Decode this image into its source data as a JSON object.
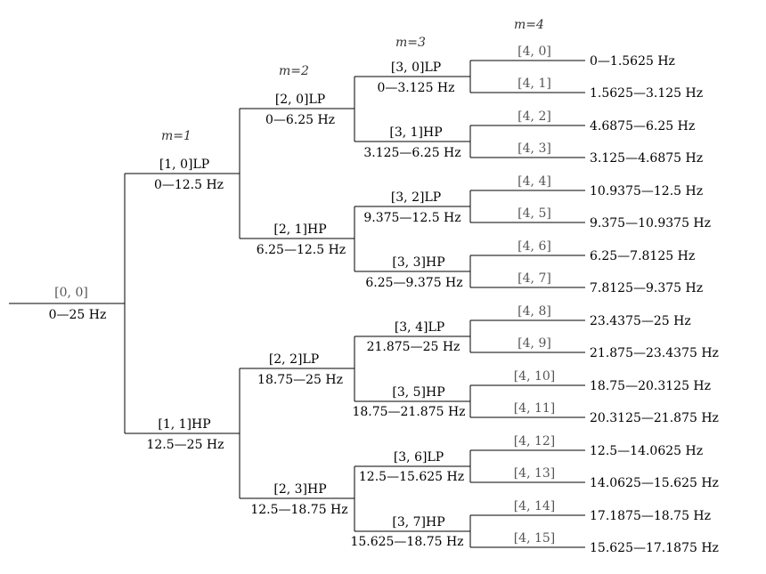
{
  "levels": [
    {
      "label": "m=1"
    },
    {
      "label": "m=2"
    },
    {
      "label": "m=3"
    },
    {
      "label": "m=4"
    }
  ],
  "root": {
    "id": "[0, 0]",
    "band": "0—25 Hz"
  },
  "level1": [
    {
      "id": "[1, 0]LP",
      "band": "0—12.5 Hz"
    },
    {
      "id": "[1, 1]HP",
      "band": "12.5—25 Hz"
    }
  ],
  "level2": [
    {
      "id": "[2, 0]LP",
      "band": "0—6.25 Hz"
    },
    {
      "id": "[2, 1]HP",
      "band": "6.25—12.5 Hz"
    },
    {
      "id": "[2, 2]LP",
      "band": "18.75—25 Hz"
    },
    {
      "id": "[2, 3]HP",
      "band": "12.5—18.75 Hz"
    }
  ],
  "level3": [
    {
      "id": "[3, 0]LP",
      "band": "0—3.125 Hz"
    },
    {
      "id": "[3, 1]HP",
      "band": "3.125—6.25 Hz"
    },
    {
      "id": "[3, 2]LP",
      "band": "9.375—12.5 Hz"
    },
    {
      "id": "[3, 3]HP",
      "band": "6.25—9.375 Hz"
    },
    {
      "id": "[3, 4]LP",
      "band": "21.875—25 Hz"
    },
    {
      "id": "[3, 5]HP",
      "band": "18.75—21.875 Hz"
    },
    {
      "id": "[3, 6]LP",
      "band": "12.5—15.625 Hz"
    },
    {
      "id": "[3, 7]HP",
      "band": "15.625—18.75 Hz"
    }
  ],
  "level4": [
    {
      "id": "[4, 0]",
      "band": "0—1.5625 Hz"
    },
    {
      "id": "[4, 1]",
      "band": "1.5625—3.125 Hz"
    },
    {
      "id": "[4, 2]",
      "band": "4.6875—6.25 Hz"
    },
    {
      "id": "[4, 3]",
      "band": "3.125—4.6875 Hz"
    },
    {
      "id": "[4, 4]",
      "band": "10.9375—12.5 Hz"
    },
    {
      "id": "[4, 5]",
      "band": "9.375—10.9375 Hz"
    },
    {
      "id": "[4, 6]",
      "band": "6.25—7.8125 Hz"
    },
    {
      "id": "[4, 7]",
      "band": "7.8125—9.375 Hz"
    },
    {
      "id": "[4, 8]",
      "band": "23.4375—25 Hz"
    },
    {
      "id": "[4, 9]",
      "band": "21.875—23.4375 Hz"
    },
    {
      "id": "[4, 10]",
      "band": "18.75—20.3125 Hz"
    },
    {
      "id": "[4, 11]",
      "band": "20.3125—21.875 Hz"
    },
    {
      "id": "[4, 12]",
      "band": "12.5—14.0625 Hz"
    },
    {
      "id": "[4, 13]",
      "band": "14.0625—15.625 Hz"
    },
    {
      "id": "[4, 14]",
      "band": "17.1875—18.75 Hz"
    },
    {
      "id": "[4, 15]",
      "band": "15.625—17.1875 Hz"
    }
  ]
}
